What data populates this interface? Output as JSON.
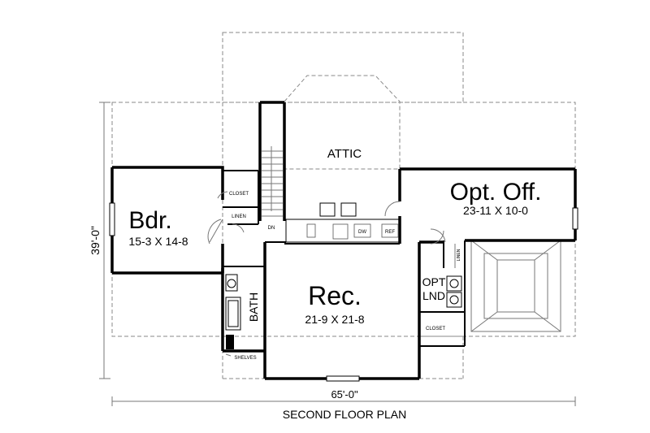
{
  "plan": {
    "footer_title": "SECOND FLOOR PLAN",
    "width_dimension": "65'-0\"",
    "depth_dimension": "39'-0\""
  },
  "rooms": {
    "attic": {
      "name": "ATTIC"
    },
    "bedroom": {
      "name": "Bdr.",
      "size": "15-3 X 14-8"
    },
    "office": {
      "name": "Opt. Off.",
      "size": "23-11 X 10-0"
    },
    "rec": {
      "name": "Rec.",
      "size": "21-9 X 21-8"
    },
    "bath": {
      "name": "BATH"
    },
    "laundry": {
      "line1": "OPT",
      "line2": "LND"
    }
  },
  "labels": {
    "closet_bedroom": "CLOSET",
    "linen": "LINEN",
    "dn": "DN",
    "closet_laundry": "CLOSET",
    "shelves": "SHELVES",
    "dw": "DW",
    "ref": "REF",
    "linen_small": "LINEN"
  }
}
